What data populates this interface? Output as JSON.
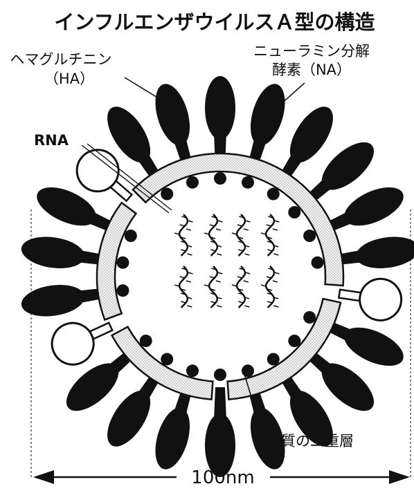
{
  "title": "インフルエンザウイルスＡ型の構造",
  "labels": {
    "ha_line1": "ヘマグルチニン",
    "ha_line2": "（HA）",
    "na_line1": "ニューラミン分解",
    "na_line2": "酵素（NA）",
    "rna": "RNA",
    "lipid": "脂質の二重層"
  },
  "scale": {
    "text": "100nm"
  },
  "colors": {
    "ink": "#111111",
    "membrane_fill": "#f2f2f2",
    "background": "#ffffff"
  }
}
